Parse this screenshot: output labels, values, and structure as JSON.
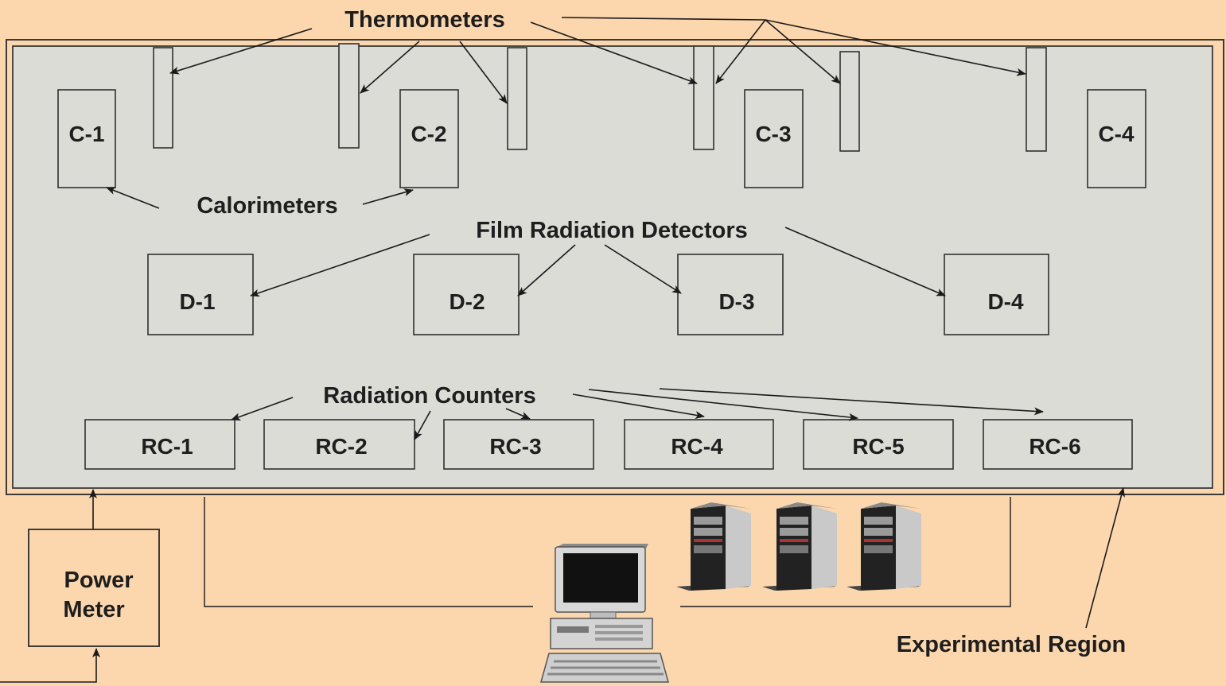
{
  "labels": {
    "thermometers": "Thermometers",
    "calorimeters": "Calorimeters",
    "film_detectors": "Film Radiation Detectors",
    "radiation_counters": "Radiation Counters",
    "power_meter_line1": "Power",
    "power_meter_line2": "Meter",
    "experimental_region": "Experimental Region"
  },
  "calorimeters": [
    "C-1",
    "C-2",
    "C-3",
    "C-4"
  ],
  "detectors": [
    "D-1",
    "D-2",
    "D-3",
    "D-4"
  ],
  "counters": [
    "RC-1",
    "RC-2",
    "RC-3",
    "RC-4",
    "RC-5",
    "RC-6"
  ],
  "icons": {
    "computer": "desktop-computer-icon",
    "servers": [
      "server-tower-icon",
      "server-tower-icon",
      "server-tower-icon"
    ]
  },
  "colors": {
    "background": "#fcd7ae",
    "region_fill": "#dcdcd7",
    "line": "#1a1a1a"
  }
}
